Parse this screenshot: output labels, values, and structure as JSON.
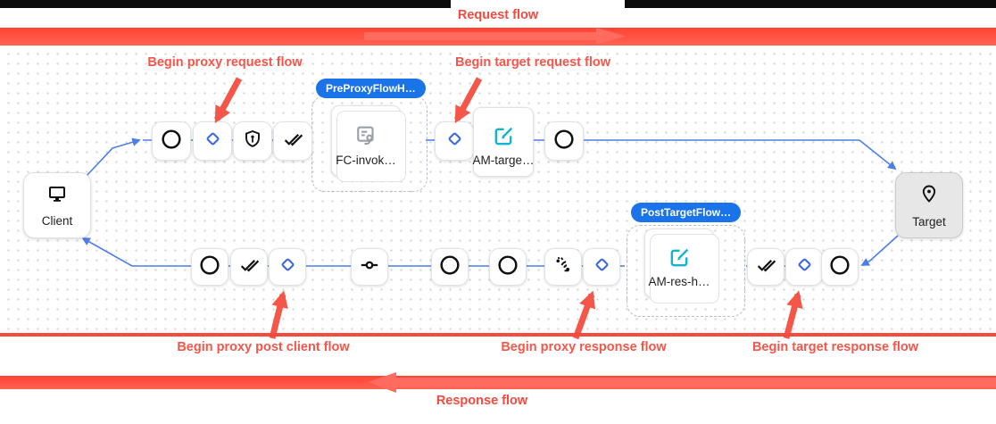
{
  "header": {
    "request_flow_label": "Request flow",
    "response_flow_label": "Response flow"
  },
  "annotations": {
    "proxy_request": "Begin proxy request flow",
    "target_request": "Begin target request flow",
    "proxy_post_client": "Begin proxy post client flow",
    "proxy_response": "Begin proxy response flow",
    "target_response": "Begin target response flow"
  },
  "endpoints": {
    "client_label": "Client",
    "target_label": "Target"
  },
  "flow_hooks": {
    "pre_proxy_badge": "PreProxyFlowH…",
    "post_target_badge": "PostTargetFlow…"
  },
  "policies": {
    "flow_callout": "FC-invok…",
    "assign_message_target": "AM-targe…",
    "assign_message_response": "AM-res-h…"
  },
  "icons": {
    "client": "monitor-icon",
    "target": "location-pin-icon",
    "step_circle": "circle-icon",
    "step_diamond": "condition-diamond-icon",
    "step_shield": "security-shield-icon",
    "step_double_check": "double-check-icon",
    "step_pipe": "pipeline-endpoint-icon",
    "step_signal": "sensors-icon",
    "flow_callout": "flow-callout-icon",
    "assign_message": "edit-square-icon"
  },
  "colors": {
    "flow_band": "#f6493f",
    "annotation": "#f4564a",
    "connector": "#4d7de8",
    "badge": "#1a73e8",
    "diamond": "#3d68e1",
    "assign_message_icon": "#12b5cb",
    "flow_callout_icon": "#9aa0a6"
  }
}
